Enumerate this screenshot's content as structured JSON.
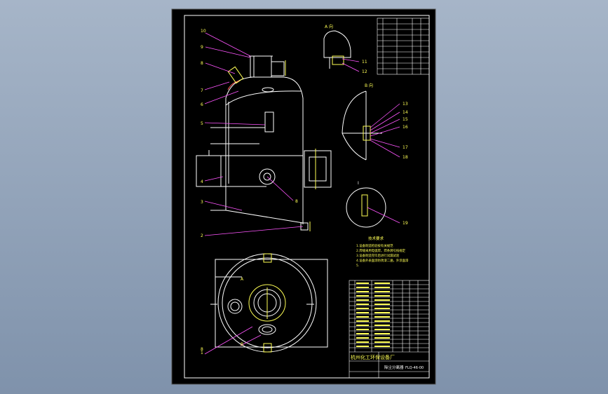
{
  "drawing": {
    "view_labels": {
      "view_a": "A 向",
      "view_b": "B 向",
      "view_i": "Ⅰ",
      "plan_a": "A",
      "plan_b": "B"
    },
    "balloons": {
      "left": [
        "10",
        "9",
        "8",
        "7",
        "6",
        "5",
        "4",
        "3",
        "2",
        "1"
      ],
      "upper_right": [
        "11",
        "12"
      ],
      "view_b": [
        "13",
        "14",
        "15",
        "16",
        "17",
        "18"
      ],
      "section_i": [
        "19"
      ],
      "body": [
        "8"
      ],
      "plan": [
        "8"
      ]
    },
    "tech_requirements": {
      "title": "技术要求",
      "lines": [
        "1.设备制造检验按有关规范",
        "2.焊缝采用电弧焊，焊条牌号按规定",
        "3.设备制造完毕后进行试漏试验",
        "4.设备外表面涂防锈漆二遍，外涂面漆",
        "5."
      ]
    },
    "title_block": {
      "company": "杭州化工环保设备厂",
      "product": "除尘分离器",
      "drawing_no": "FLQ-46-00"
    },
    "colors": {
      "sheet": "#000000",
      "line": "#ffffff",
      "balloon": "#ffff55",
      "leader": "#ff55ff",
      "hatch": "#ff5555"
    }
  }
}
